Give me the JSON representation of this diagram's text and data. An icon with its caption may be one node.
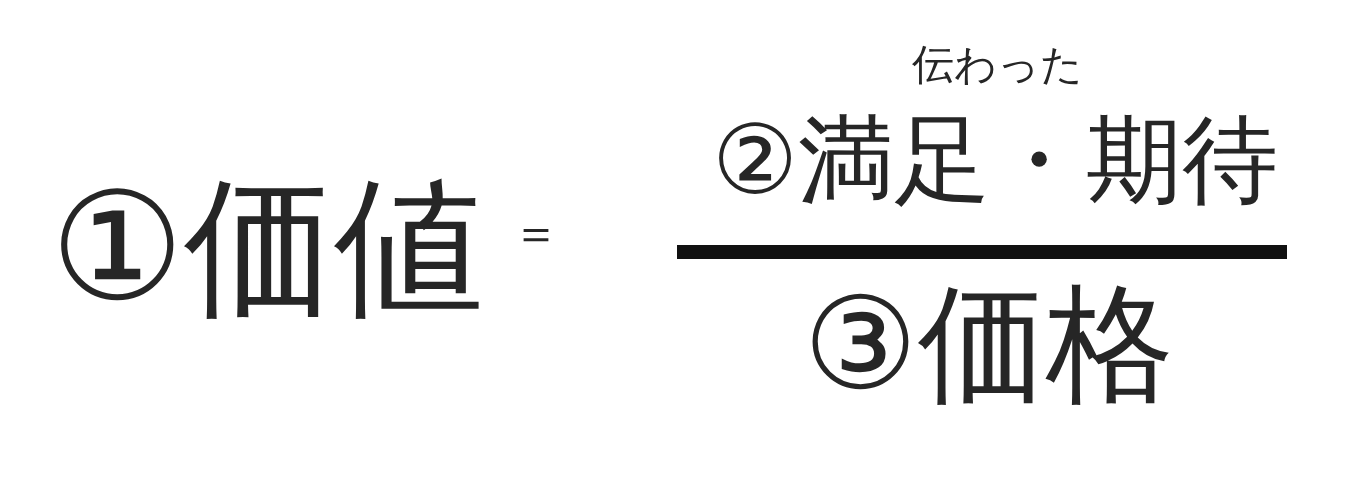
{
  "diagram": {
    "nodes": [
      {
        "text": [],
        "shape": "bar"
      }
    ],
    "labels": [
      "①価値",
      "＝",
      "伝わった",
      "②満足・期待",
      "③価格"
    ]
  }
}
